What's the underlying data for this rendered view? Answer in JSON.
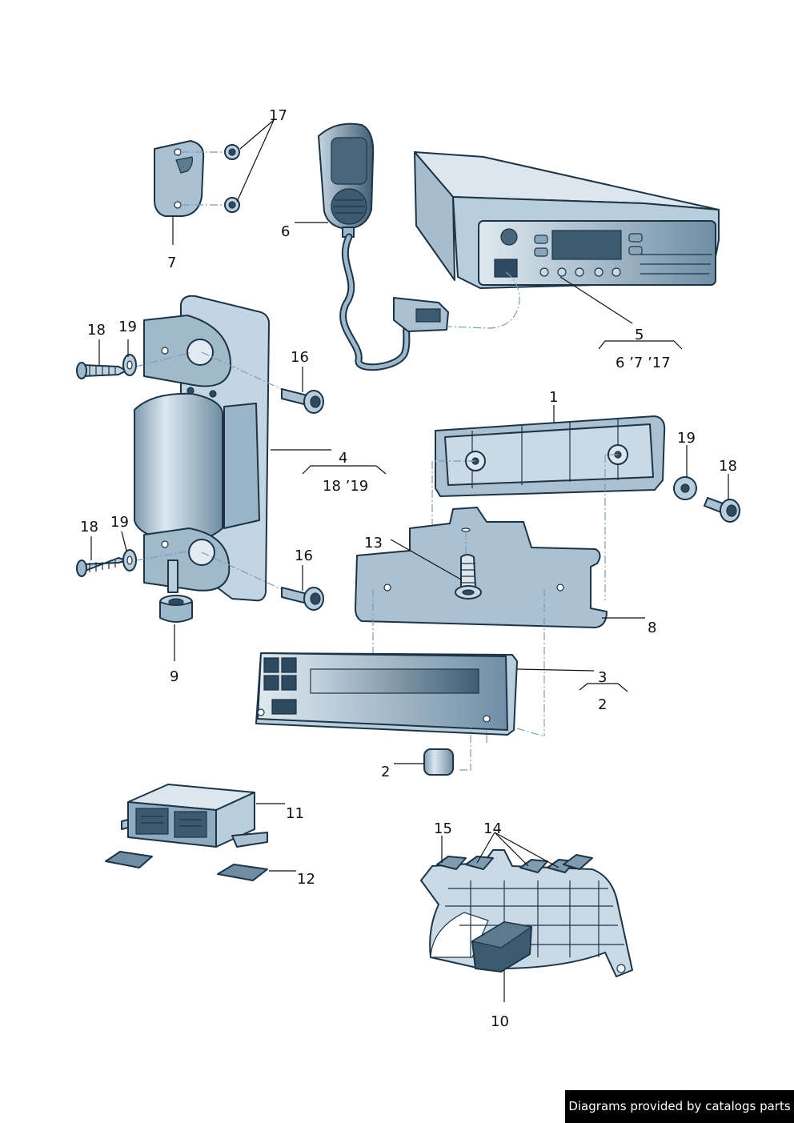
{
  "labels": {
    "p1": "1",
    "p2a": "2",
    "p2b": "2",
    "p3": "3",
    "p4": "4",
    "p4_sub": "18 ’19",
    "p5": "5",
    "p5_sub": "6 ’7 ’17",
    "p6": "6",
    "p7": "7",
    "p8": "8",
    "p9": "9",
    "p10": "10",
    "p11": "11",
    "p12": "12",
    "p13": "13",
    "p14": "14",
    "p15": "15",
    "p16a": "16",
    "p16b": "16",
    "p17": "17",
    "p18a": "18",
    "p18b": "18",
    "p18c": "18",
    "p19a": "19",
    "p19b": "19",
    "p19c": "19"
  },
  "credit": "Diagrams provided by catalogs parts",
  "colors": {
    "part_light": "#c9dae6",
    "part_mid": "#9db8cb",
    "part_dark": "#4d6a80",
    "outline": "#1d3446",
    "leader_dash": "#7d9db6"
  }
}
